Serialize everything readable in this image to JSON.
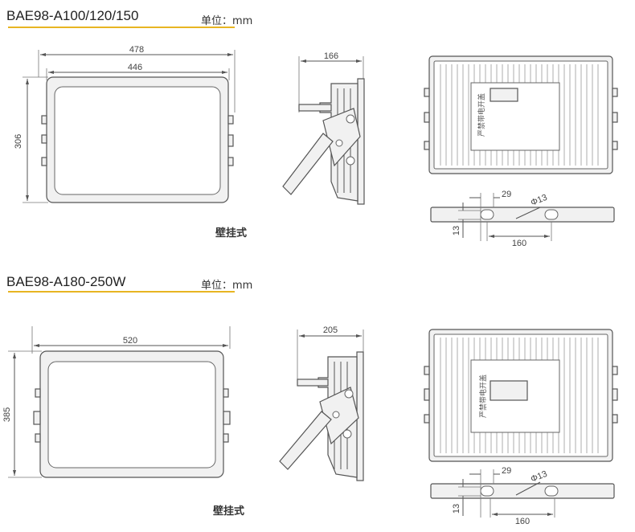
{
  "sections": [
    {
      "model": "BAE98-A100/120/150",
      "unit": "单位：mm",
      "mount_label": "壁挂式",
      "front": {
        "outer_width": "478",
        "inner_width": "446",
        "height": "306"
      },
      "side": {
        "depth": "166"
      },
      "back": {
        "label": "严禁带电开盖"
      },
      "bracket": {
        "edge": "29",
        "hole": "Φ13",
        "spacing": "160",
        "thickness": "13"
      }
    },
    {
      "model": "BAE98-A180-250W",
      "unit": "单位：mm",
      "mount_label": "壁挂式",
      "front": {
        "width": "520",
        "height": "385"
      },
      "side": {
        "depth": "205"
      },
      "back": {
        "label": "严禁带电开盖"
      },
      "bracket": {
        "edge": "29",
        "hole": "Φ13",
        "spacing": "160",
        "thickness": "13"
      }
    }
  ],
  "colors": {
    "accent_underline": "#e8b522",
    "line": "#555555"
  }
}
